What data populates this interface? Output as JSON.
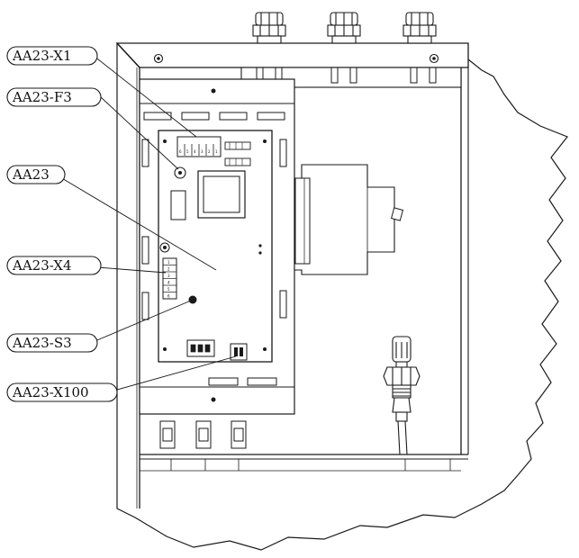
{
  "callouts": [
    {
      "id": "x1",
      "label": "AA23-X1"
    },
    {
      "id": "f3",
      "label": "AA23-F3"
    },
    {
      "id": "aa23",
      "label": "AA23"
    },
    {
      "id": "x4",
      "label": "AA23-X4"
    },
    {
      "id": "s3",
      "label": "AA23-S3"
    },
    {
      "id": "x100",
      "label": "AA23-X100"
    }
  ],
  "x1_pins": [
    "6",
    "5",
    "4",
    "3",
    "2",
    "1"
  ],
  "x4_pins": [
    "1",
    "2",
    "3",
    "4",
    "5",
    "6"
  ],
  "colors": {
    "line": "#1a1a1a",
    "panel": "#ffffff",
    "fill_light": "#f2f2f2"
  }
}
